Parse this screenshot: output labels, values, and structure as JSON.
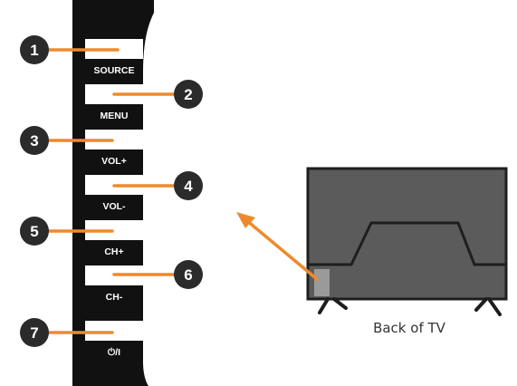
{
  "colors": {
    "panel": "#111111",
    "button": "#ffffff",
    "leader": "#ee8a2c",
    "callout_circle": "#2b2b2b",
    "tv_screen": "#5b5b5b",
    "tv_outline": "#1e1e1e",
    "tv_highlight": "#9a9a9a"
  },
  "buttons": [
    {
      "number": "1",
      "label": "SOURCE"
    },
    {
      "number": "2",
      "label": "MENU"
    },
    {
      "number": "3",
      "label": "VOL+"
    },
    {
      "number": "4",
      "label": "VOL-"
    },
    {
      "number": "5",
      "label": "CH+"
    },
    {
      "number": "6",
      "label": "CH-"
    },
    {
      "number": "7",
      "label": "⏻/I"
    }
  ],
  "tv": {
    "caption": "Back of TV"
  }
}
